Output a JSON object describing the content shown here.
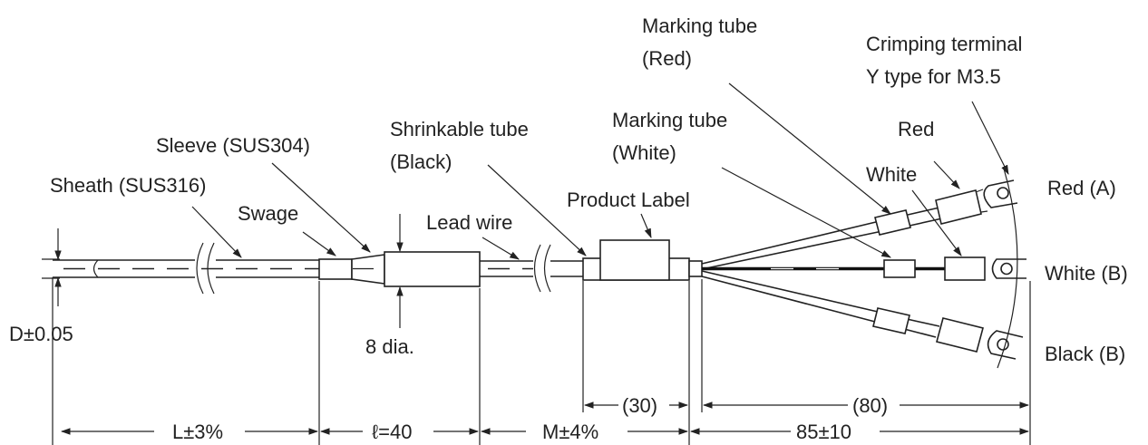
{
  "labels": {
    "marking_tube_red": [
      "Marking tube",
      "(Red)"
    ],
    "crimping_terminal": [
      "Crimping terminal",
      "Y type for M3.5"
    ],
    "marking_tube_white": [
      "Marking tube",
      "(White)"
    ],
    "red": "Red",
    "shrinkable_tube": [
      "Shrinkable tube",
      "(Black)"
    ],
    "sleeve": "Sleeve (SUS304)",
    "white": "White",
    "red_a": "Red (A)",
    "sheath": "Sheath (SUS316)",
    "product_label": "Product Label",
    "swage": "Swage",
    "lead_wire": "Lead wire",
    "white_b": "White (B)",
    "d_tol": "D±0.05",
    "dia": "8 dia.",
    "black_b": "Black (B)"
  },
  "dimensions": {
    "l": "L±3%",
    "ell": "ℓ=40",
    "m": "M±4%",
    "d30": "(30)",
    "d80": "(80)",
    "d85": "85±10"
  }
}
